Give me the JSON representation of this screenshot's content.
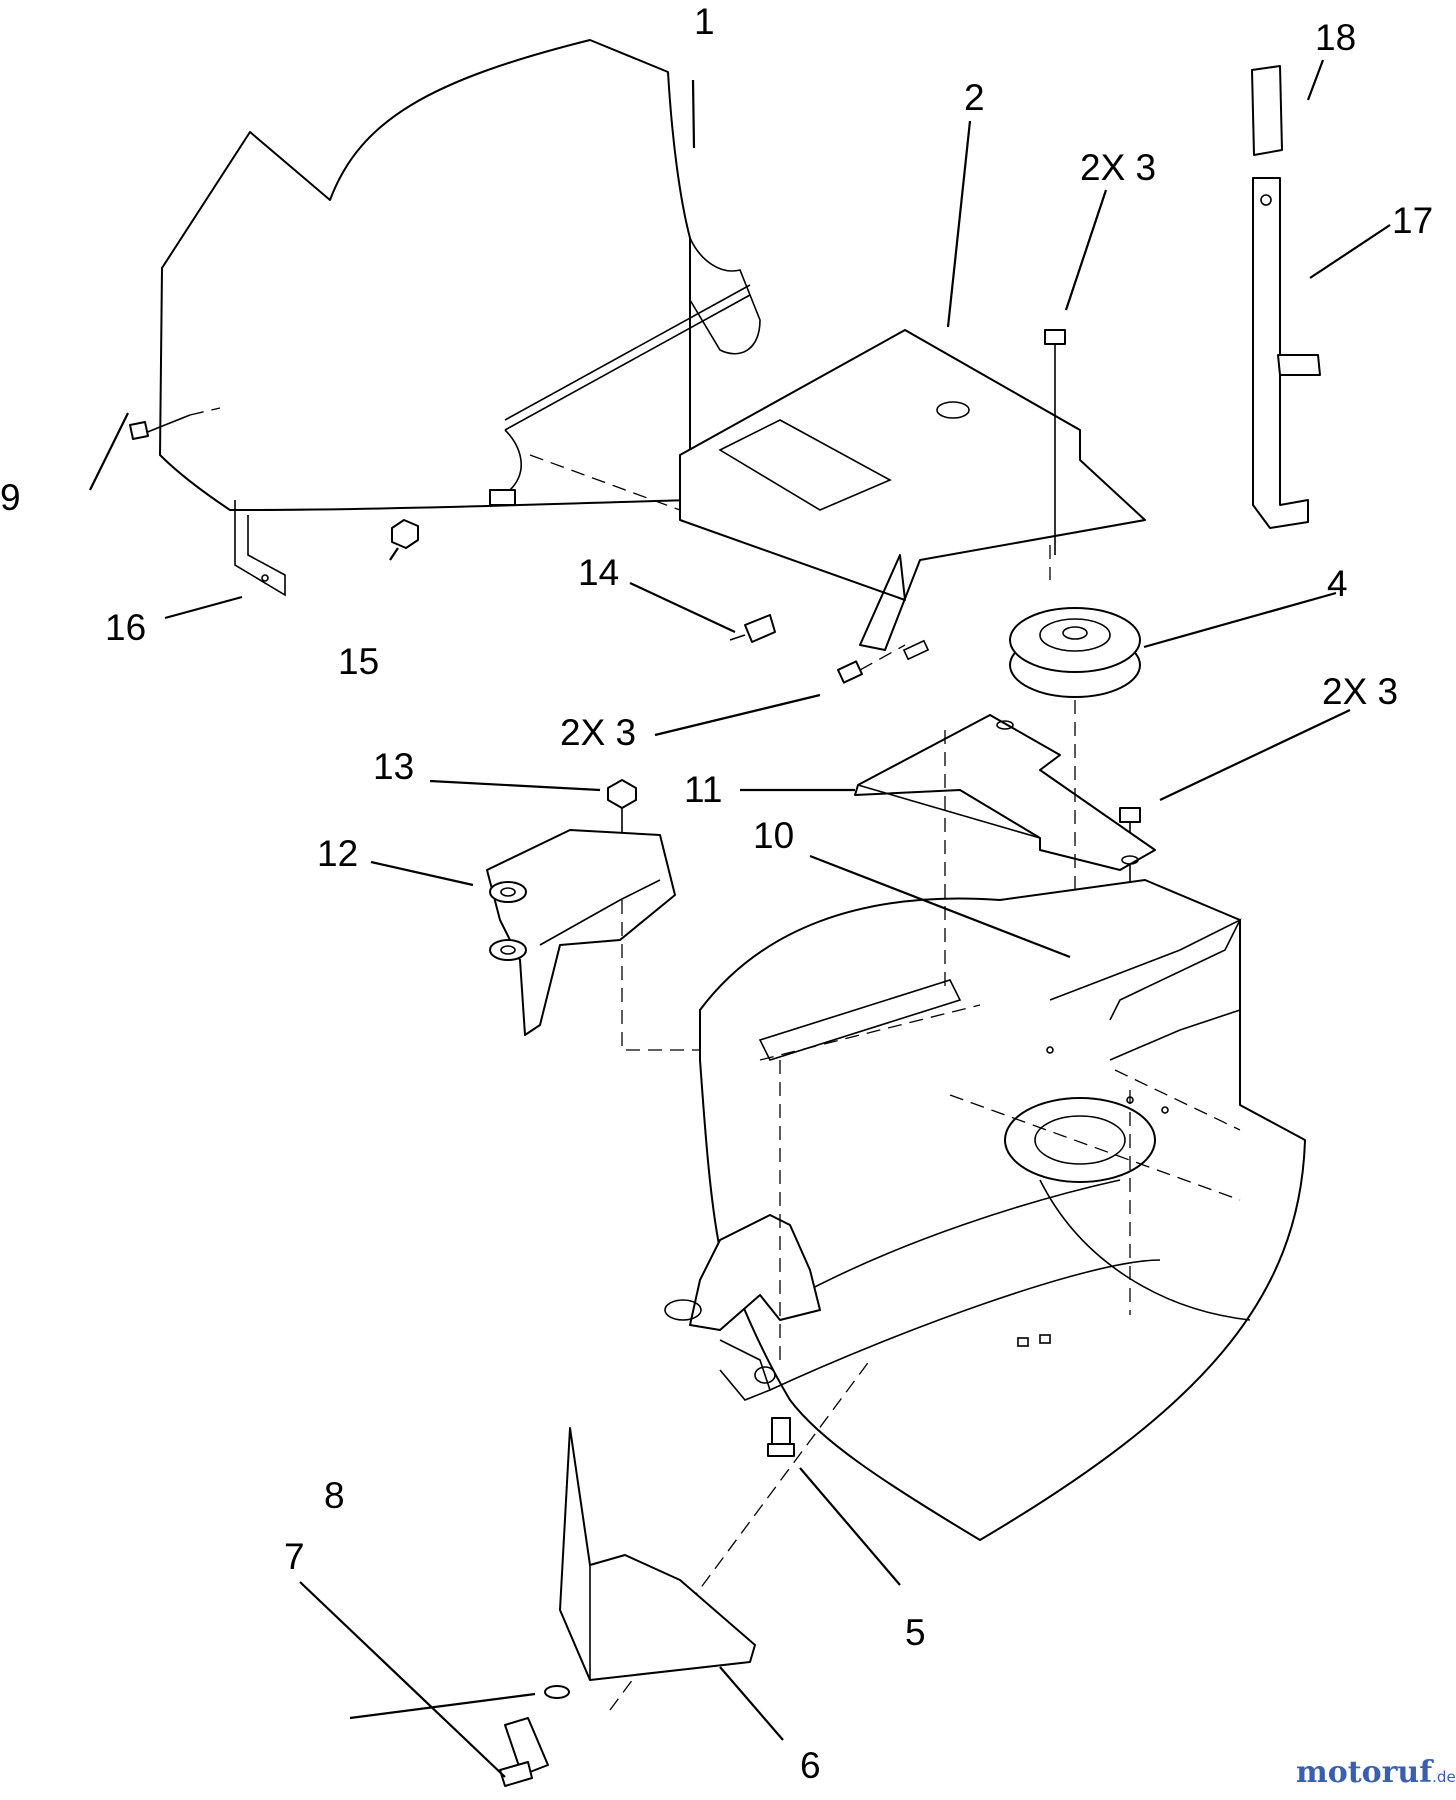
{
  "callouts": [
    {
      "id": "c1",
      "text": "1"
    },
    {
      "id": "c2",
      "text": "2"
    },
    {
      "id": "c3a",
      "text": "2X 3"
    },
    {
      "id": "c3b",
      "text": "2X 3"
    },
    {
      "id": "c3c",
      "text": "2X 3"
    },
    {
      "id": "c4",
      "text": "4"
    },
    {
      "id": "c5",
      "text": "5"
    },
    {
      "id": "c6",
      "text": "6"
    },
    {
      "id": "c7",
      "text": "7"
    },
    {
      "id": "c8",
      "text": "8"
    },
    {
      "id": "c9",
      "text": "9"
    },
    {
      "id": "c10",
      "text": "10"
    },
    {
      "id": "c11",
      "text": "11"
    },
    {
      "id": "c12",
      "text": "12"
    },
    {
      "id": "c13",
      "text": "13"
    },
    {
      "id": "c14",
      "text": "14"
    },
    {
      "id": "c15",
      "text": "15"
    },
    {
      "id": "c16",
      "text": "16"
    },
    {
      "id": "c17",
      "text": "17"
    },
    {
      "id": "c18",
      "text": "18"
    }
  ],
  "watermark": {
    "brand": "motoruf",
    "suffix": ".de"
  },
  "colors": {
    "line": "#000000",
    "background": "#ffffff"
  }
}
